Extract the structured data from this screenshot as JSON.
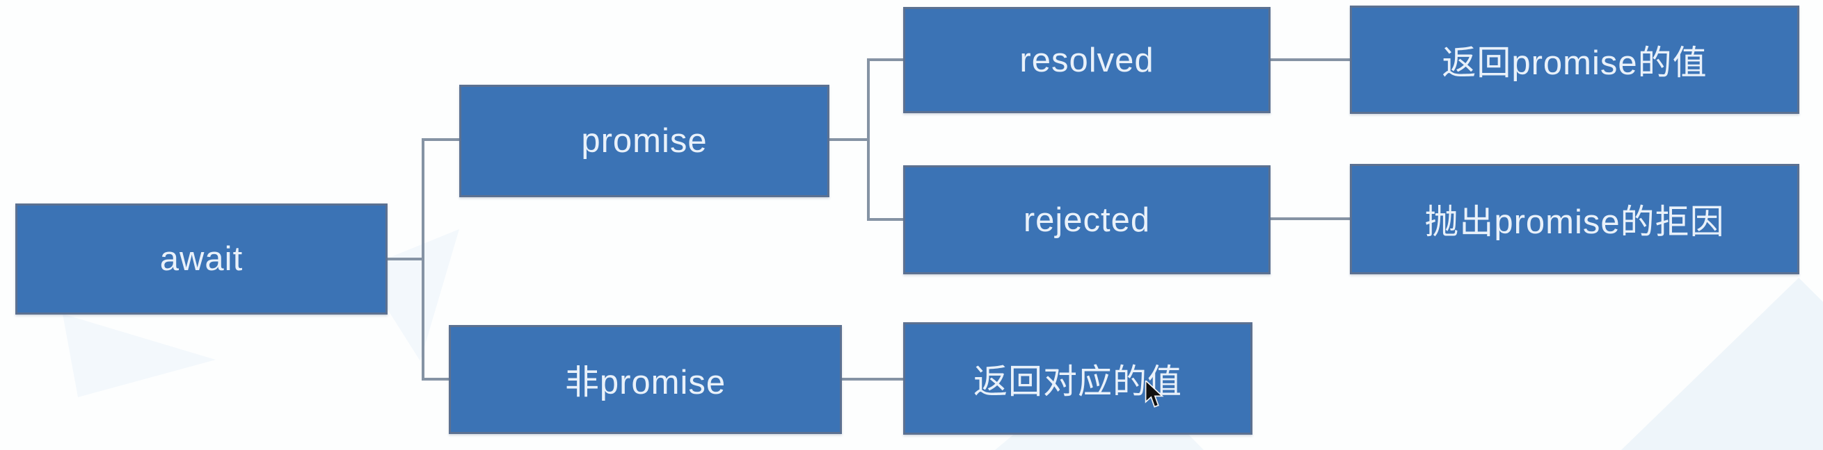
{
  "diagram": {
    "type": "tree",
    "topic": "await",
    "nodes": {
      "await": {
        "label": "await"
      },
      "promise": {
        "label": "promise"
      },
      "non_promise": {
        "label": "非promise"
      },
      "resolved": {
        "label": "resolved"
      },
      "rejected": {
        "label": "rejected"
      },
      "resolved_result": {
        "label": "返回promise的值"
      },
      "rejected_result": {
        "label": "抛出promise的拒因"
      },
      "non_promise_result": {
        "label": "返回对应的值"
      }
    },
    "edges": [
      {
        "from": "await",
        "to": "promise"
      },
      {
        "from": "await",
        "to": "non_promise"
      },
      {
        "from": "promise",
        "to": "resolved"
      },
      {
        "from": "promise",
        "to": "rejected"
      },
      {
        "from": "resolved",
        "to": "resolved_result"
      },
      {
        "from": "rejected",
        "to": "rejected_result"
      },
      {
        "from": "non_promise",
        "to": "non_promise_result"
      }
    ],
    "colors": {
      "node_fill": "#3b73b5",
      "node_border": "#5c7191",
      "node_text": "#e9f1fa",
      "connector": "#8593a4",
      "background": "#fdfefe"
    }
  }
}
